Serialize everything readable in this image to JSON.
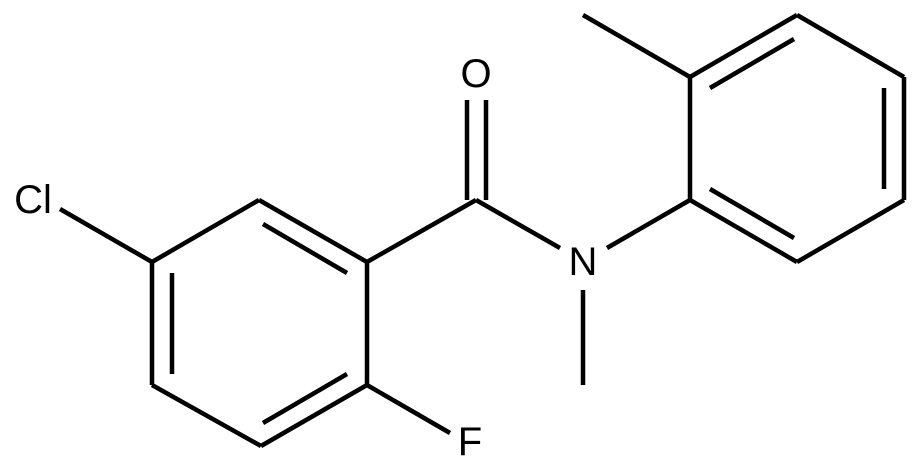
{
  "atoms": {
    "oxygen": "O",
    "chlorine": "Cl",
    "nitrogen": "N",
    "fluorine": "F"
  },
  "colors": {
    "bond": "#000000",
    "label": "#000000",
    "background": "#ffffff"
  }
}
